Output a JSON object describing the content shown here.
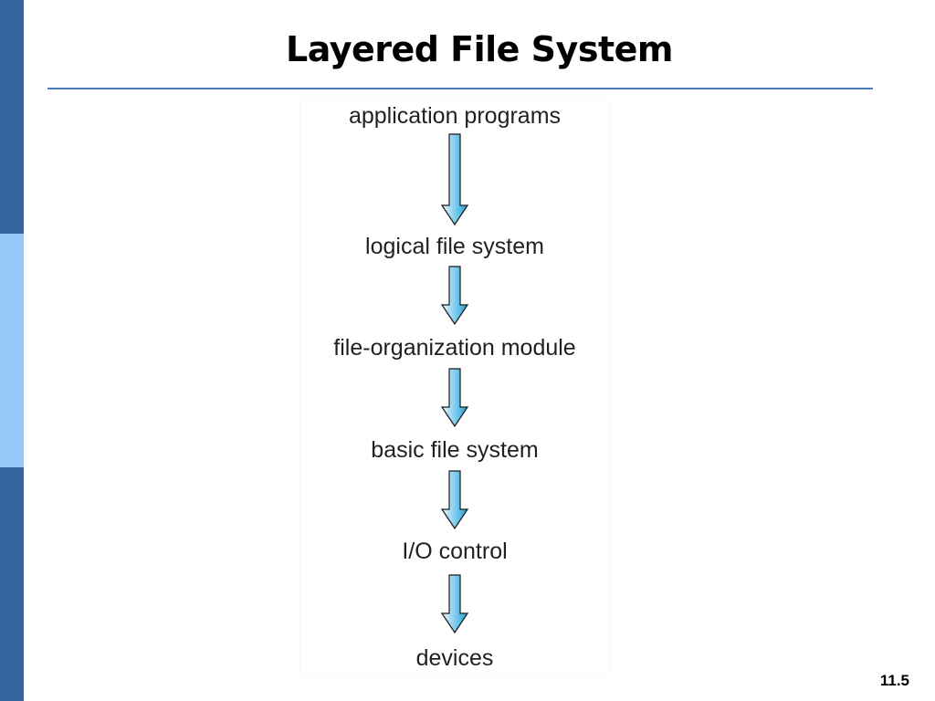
{
  "slide": {
    "title": "Layered File System",
    "page_number": "11.5"
  },
  "diagram": {
    "layers": [
      "application programs",
      "logical file system",
      "file-organization module",
      "basic file system",
      "I/O control",
      "devices"
    ]
  },
  "colors": {
    "sidebar_dark": "#31659b",
    "sidebar_light": "#98c8f8",
    "title_rule": "#4a7db5",
    "arrow_fill_light": "#e8f7ff",
    "arrow_fill_dark": "#1fa3dc",
    "arrow_stroke": "#1a1a1a"
  }
}
